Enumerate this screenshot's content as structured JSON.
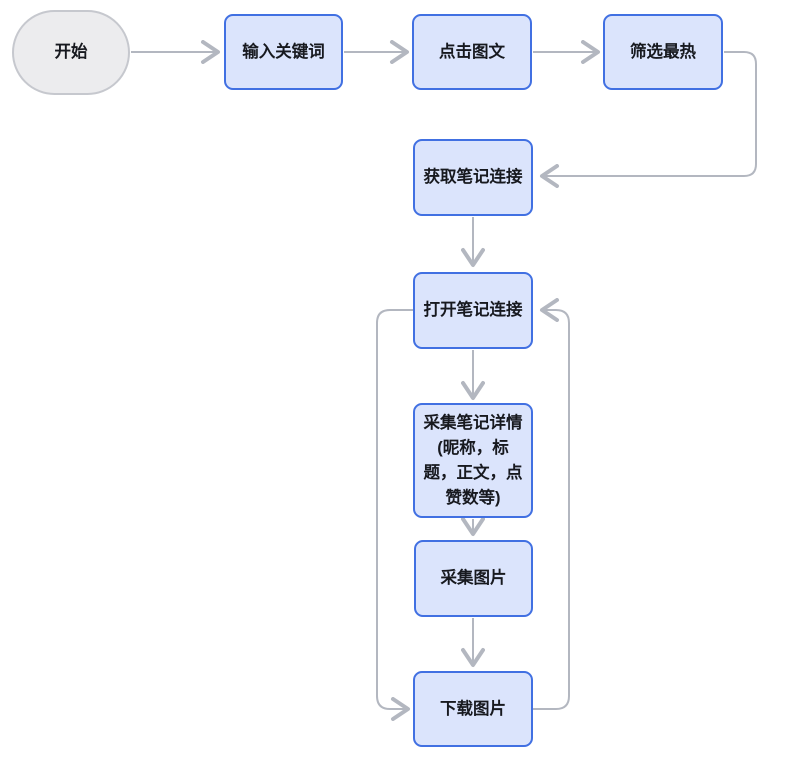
{
  "diagram": {
    "type": "flowchart",
    "background": "#ffffff",
    "colors": {
      "process_fill": "#dbe4fc",
      "process_border": "#4170e2",
      "terminator_fill": "#ececee",
      "terminator_border": "#c6c8ce",
      "edge": "#b3b7c0",
      "text": "#17191f"
    },
    "nodes": [
      {
        "id": "start",
        "shape": "terminator",
        "label": "开始"
      },
      {
        "id": "input-keyword",
        "shape": "process",
        "label": "输入关键词"
      },
      {
        "id": "click-image-text",
        "shape": "process",
        "label": "点击图文"
      },
      {
        "id": "filter-hottest",
        "shape": "process",
        "label": "筛选最热"
      },
      {
        "id": "get-note-link",
        "shape": "process",
        "label": "获取笔记连接"
      },
      {
        "id": "open-note-link",
        "shape": "process",
        "label": "打开笔记连接"
      },
      {
        "id": "collect-note-details",
        "shape": "process",
        "label": "采集笔记详情 (昵称，标题，正文，点赞数等)",
        "lines": [
          "采集笔记详情",
          "(昵称，标",
          "题，正文，点",
          "赞数等)"
        ]
      },
      {
        "id": "collect-images",
        "shape": "process",
        "label": "采集图片"
      },
      {
        "id": "download-images",
        "shape": "process",
        "label": "下载图片"
      }
    ],
    "edges": [
      {
        "from": "start",
        "to": "input-keyword"
      },
      {
        "from": "input-keyword",
        "to": "click-image-text"
      },
      {
        "from": "click-image-text",
        "to": "filter-hottest"
      },
      {
        "from": "filter-hottest",
        "to": "get-note-link"
      },
      {
        "from": "get-note-link",
        "to": "open-note-link"
      },
      {
        "from": "open-note-link",
        "to": "collect-note-details"
      },
      {
        "from": "collect-note-details",
        "to": "collect-images"
      },
      {
        "from": "collect-images",
        "to": "download-images"
      },
      {
        "from": "open-note-link",
        "to": "download-images"
      },
      {
        "from": "download-images",
        "to": "open-note-link"
      }
    ]
  }
}
